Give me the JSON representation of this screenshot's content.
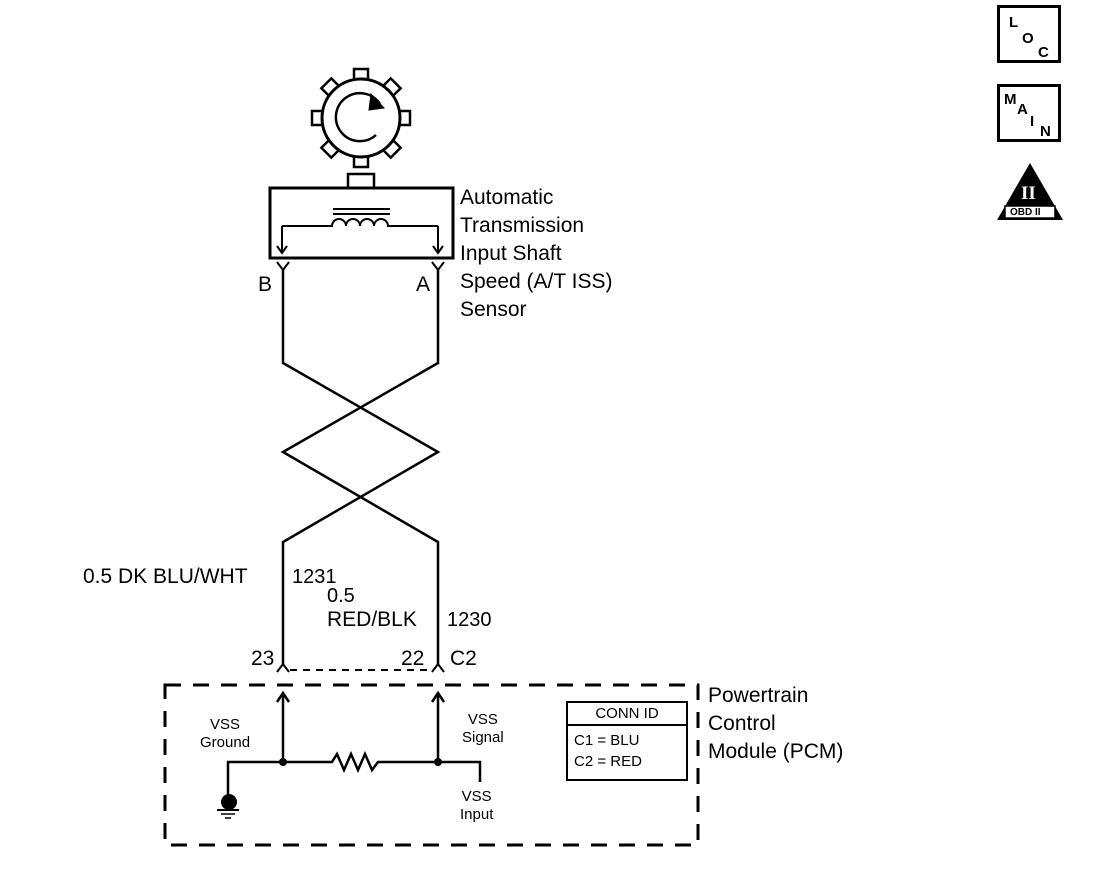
{
  "side_icons": {
    "loc": {
      "letters": [
        "L",
        "O",
        "C"
      ]
    },
    "main": {
      "letters": [
        "M",
        "A",
        "I",
        "N"
      ]
    },
    "obd": {
      "numeral": "II",
      "label": "OBD II"
    }
  },
  "sensor": {
    "label_lines": [
      "Automatic",
      "Transmission",
      "Input Shaft",
      "Speed (A/T ISS)",
      "Sensor"
    ],
    "terminal_b": "B",
    "terminal_a": "A"
  },
  "wires": {
    "left": {
      "gauge_color": "0.5 DK BLU/WHT",
      "circuit": "1231",
      "pin": "23"
    },
    "right": {
      "gauge": "0.5",
      "color": "RED/BLK",
      "circuit": "1230",
      "pin": "22"
    },
    "connector": "C2"
  },
  "pcm": {
    "label_lines": [
      "Powertrain",
      "Control",
      "Module (PCM)"
    ],
    "vss_ground": [
      "VSS",
      "Ground"
    ],
    "vss_signal": [
      "VSS",
      "Signal"
    ],
    "vss_input": [
      "VSS",
      "Input"
    ],
    "conn_id": {
      "title": "CONN ID",
      "rows": [
        "C1 = BLU",
        "C2 = RED"
      ]
    }
  }
}
